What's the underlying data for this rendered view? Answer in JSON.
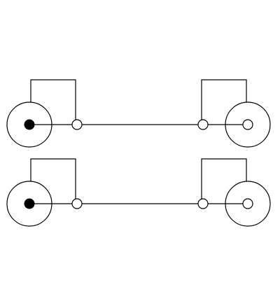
{
  "diagram": {
    "type": "rca-cable-wiring-schematic",
    "stroke_color": "#000000",
    "background_color": "#ffffff",
    "cables": [
      {
        "left_connector": {
          "style": "male-pin",
          "center_fill": "#000000"
        },
        "right_connector": {
          "style": "female-socket",
          "center_fill": "#ffffff"
        }
      },
      {
        "left_connector": {
          "style": "male-pin",
          "center_fill": "#000000"
        },
        "right_connector": {
          "style": "female-socket",
          "center_fill": "#ffffff"
        }
      }
    ]
  }
}
